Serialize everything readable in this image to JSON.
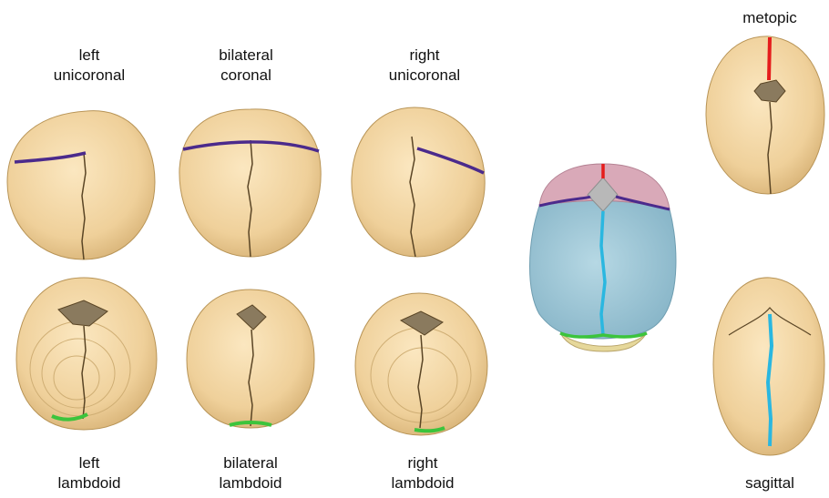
{
  "labels": {
    "left_unicoronal": [
      "left",
      "unicoronal"
    ],
    "bilateral_coronal": [
      "bilateral",
      "coronal"
    ],
    "right_unicoronal": [
      "right",
      "unicoronal"
    ],
    "metopic": [
      "metopic"
    ],
    "left_lambdoid": [
      "left",
      "lambdoid"
    ],
    "bilateral_lambdoid": [
      "bilateral",
      "lambdoid"
    ],
    "right_lambdoid": [
      "right",
      "lambdoid"
    ],
    "sagittal": [
      "sagittal"
    ]
  },
  "colors": {
    "skull_fill": "#f0d29f",
    "skull_outline": "#b89456",
    "coronal_suture": "#4b2a8c",
    "lambdoid_suture": "#3cc43c",
    "metopic_suture": "#e51c1c",
    "sagittal_suture": "#2ab7e0",
    "frontal_bone": "#d9a9b8",
    "parietal_bone": "#9ec8d6",
    "occipital_bone": "#e6d89b",
    "fontanelle": "#b8b8b8"
  }
}
